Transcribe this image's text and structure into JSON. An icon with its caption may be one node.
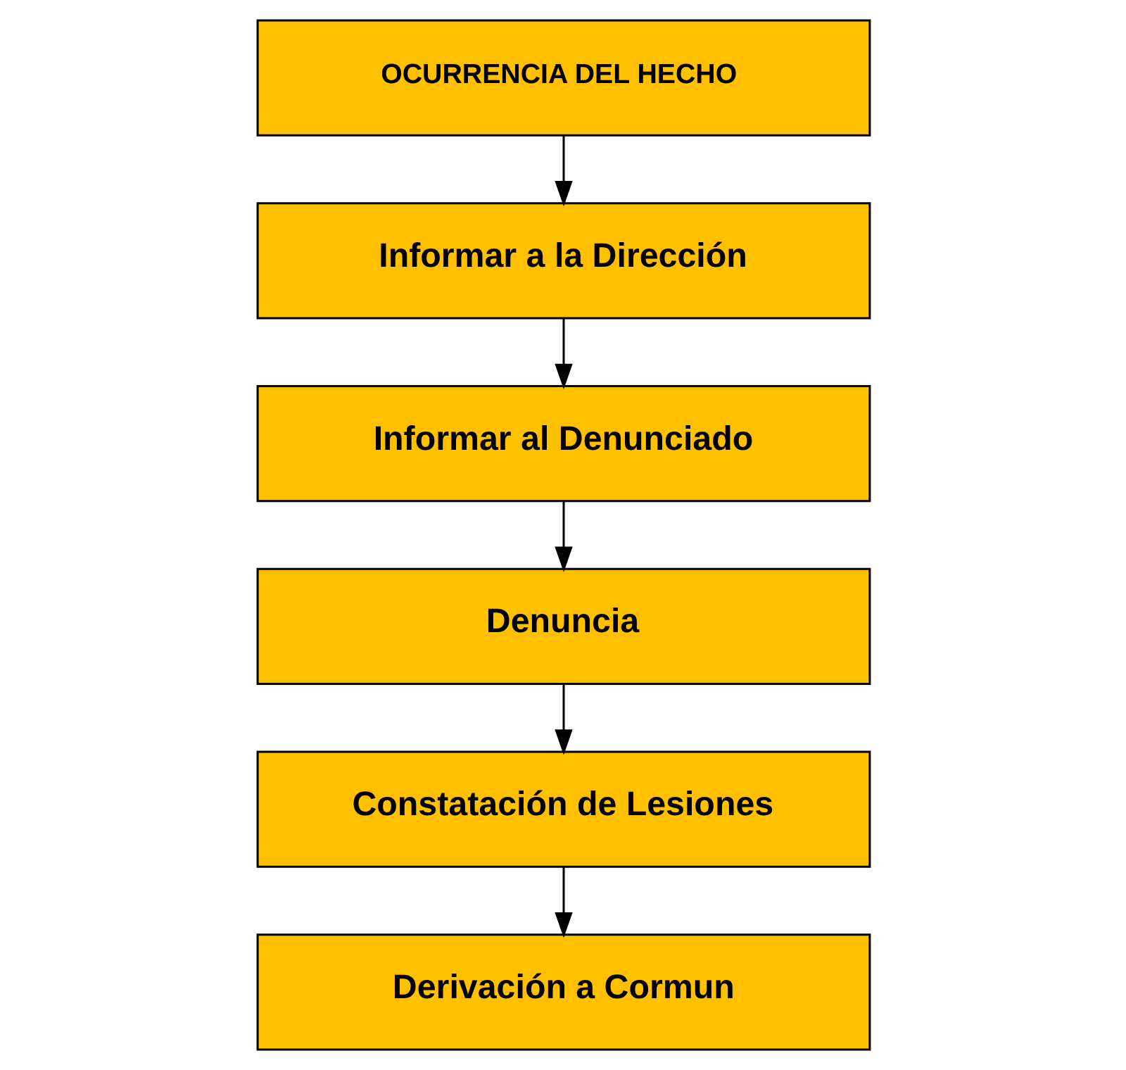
{
  "diagram": {
    "nodes": [
      {
        "text": [
          "OCURRENCIA DEL HECHO"
        ]
      },
      {
        "text": [
          "Informar a la Dirección"
        ]
      },
      {
        "text": [
          "Informar al Denunciado"
        ]
      },
      {
        "text": [
          "Denuncia"
        ]
      },
      {
        "text": [
          "Constatación de Lesiones"
        ]
      },
      {
        "text": [
          "Derivación a Cormun"
        ]
      }
    ],
    "edges": [
      {
        "from": 0,
        "to": 1,
        "arrow": "to"
      },
      {
        "from": 1,
        "to": 2,
        "arrow": "to"
      },
      {
        "from": 2,
        "to": 3,
        "arrow": "to"
      },
      {
        "from": 3,
        "to": 4,
        "arrow": "to"
      },
      {
        "from": 4,
        "to": 5,
        "arrow": "to"
      }
    ]
  }
}
